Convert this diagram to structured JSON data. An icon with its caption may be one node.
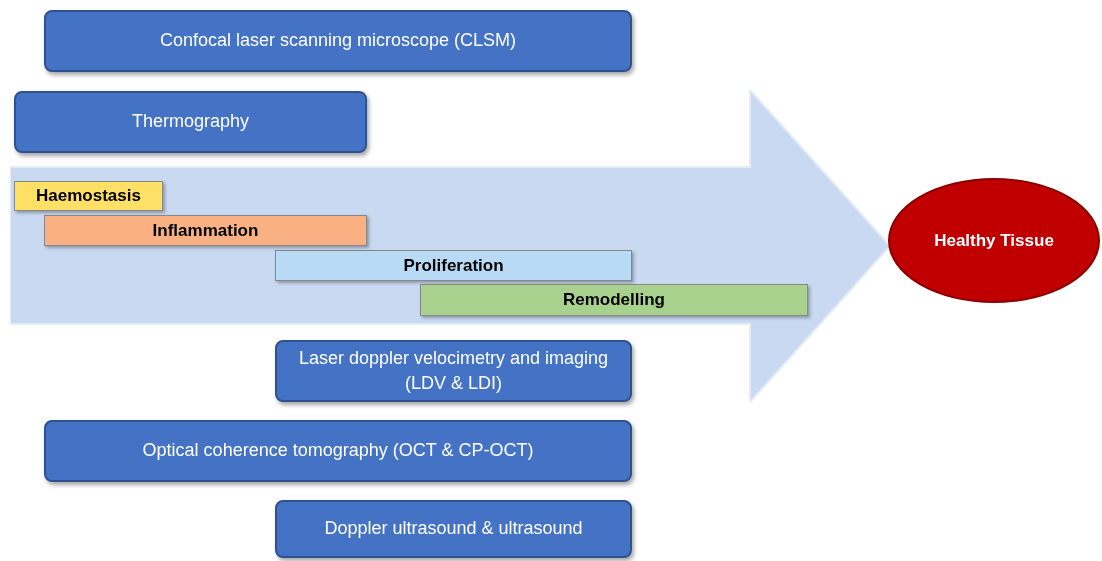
{
  "diagram": {
    "nodes": [
      {
        "text": [
          "Confocal laser scanning microscope (CLSM)"
        ]
      },
      {
        "text": [
          "Thermography"
        ]
      },
      {
        "text": [],
        "shape": "arrow"
      },
      {
        "text": [
          "Haemostasis"
        ],
        "in": 2
      },
      {
        "text": [
          "Inflammation"
        ],
        "in": 2
      },
      {
        "text": [
          "Proliferation"
        ],
        "in": 2
      },
      {
        "text": [
          "Remodelling"
        ],
        "in": 2
      },
      {
        "text": [
          "Healthy Tissue"
        ]
      },
      {
        "text": [
          "Laser doppler velocimetry and imaging (LDV & LDI)"
        ]
      },
      {
        "text": [
          "Optical coherence tomography (OCT & CP-OCT)"
        ]
      },
      {
        "text": [
          "Doppler ultrasound & ultrasound"
        ]
      }
    ]
  }
}
